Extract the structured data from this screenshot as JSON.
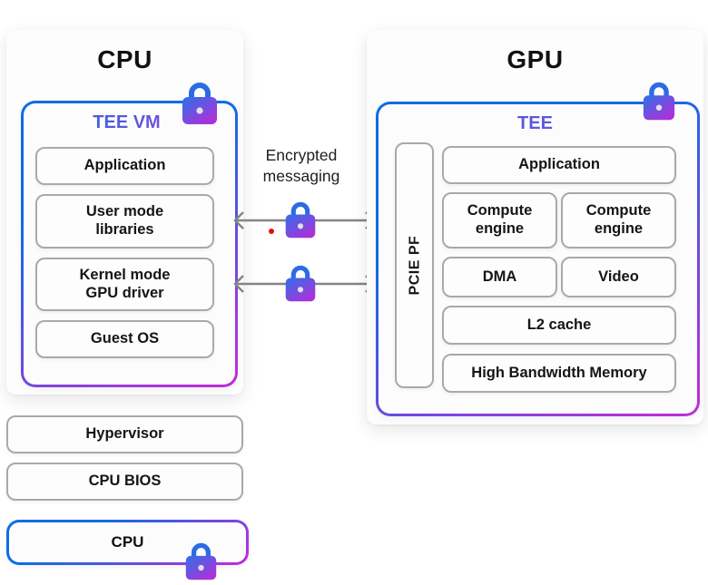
{
  "cpu": {
    "title": "CPU",
    "tee_vm": {
      "label": "TEE VM",
      "application": "Application",
      "user_mode": "User mode\nlibraries",
      "kernel_mode": "Kernel mode\nGPU driver",
      "guest_os": "Guest OS"
    },
    "hypervisor": "Hypervisor",
    "bios": "CPU BIOS",
    "chip": "CPU"
  },
  "link": {
    "label": "Encrypted\nmessaging"
  },
  "gpu": {
    "title": "GPU",
    "tee": {
      "label": "TEE",
      "pcie": "PCIE PF",
      "application": "Application",
      "compute_1": "Compute\nengine",
      "compute_2": "Compute\nengine",
      "dma": "DMA",
      "video": "Video",
      "l2": "L2 cache",
      "hbm": "High Bandwidth Memory"
    }
  },
  "colors": {
    "gradient_blue": "#0e6ce8",
    "gradient_purple": "#bb2fd8",
    "node_border": "#a9a9a9",
    "arrow_gray": "#848484",
    "red_dot": "#e3120b",
    "lock_shackle_blue": "#2b6ce6"
  }
}
